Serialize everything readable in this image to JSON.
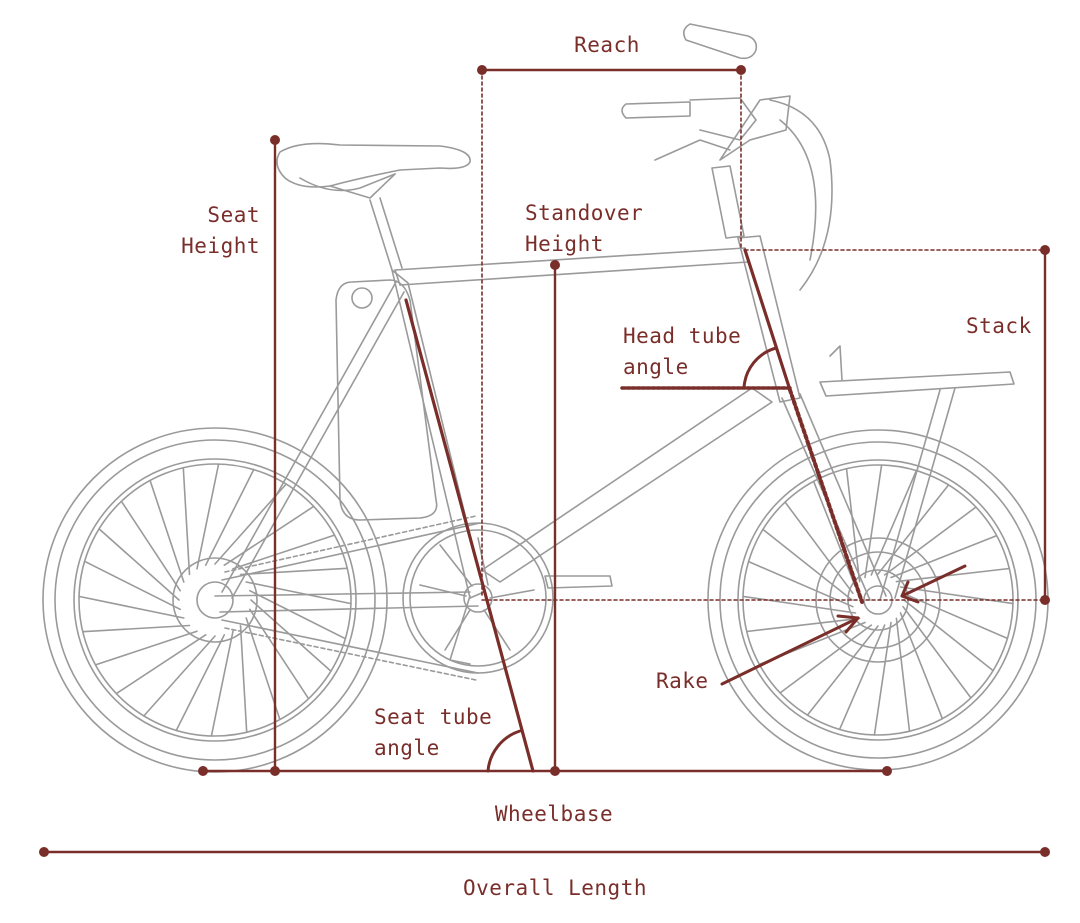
{
  "colors": {
    "accent": "#7a2e2a",
    "sketch": "#9a9a9a",
    "background": "#ffffff"
  },
  "labels": {
    "reach": "Reach",
    "seat_height": "Seat\nHeight",
    "standover_height": "Standover\nHeight",
    "head_tube_angle": "Head tube\nangle",
    "stack": "Stack",
    "rake": "Rake",
    "seat_tube_angle": "Seat tube\nangle",
    "wheelbase": "Wheelbase",
    "overall_length": "Overall Length"
  }
}
